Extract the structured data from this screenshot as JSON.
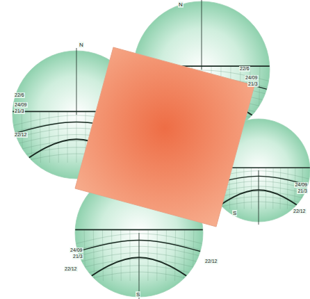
{
  "diagram": {
    "labels": [
      "N",
      "22/6",
      "24/09",
      "21/3",
      "N",
      "22/6",
      "24/09",
      "21/3",
      "22/12",
      "24/09",
      "21/3",
      "22/12",
      "S",
      "24/09",
      "21/3",
      "22/12",
      "22/12",
      "S"
    ]
  }
}
